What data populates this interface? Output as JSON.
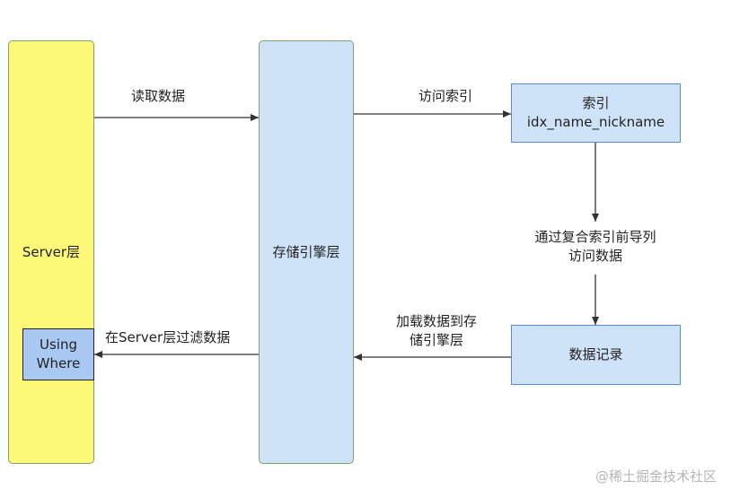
{
  "boxes": {
    "server": "Server层",
    "using_where": [
      "Using",
      "Where"
    ],
    "engine": "存储引擎层",
    "index": [
      "索引",
      "idx_name_nickname"
    ],
    "records": "数据记录"
  },
  "edges": {
    "read_data": "读取数据",
    "access_index": "访问索引",
    "prefix_access": [
      "通过复合索引前导列",
      "访问数据"
    ],
    "load_to_engine": [
      "加载数据到存",
      "储引擎层"
    ],
    "filter_at_server": "在Server层过滤数据"
  },
  "watermark": "@稀土掘金技术社区",
  "colors": {
    "server_fill": "#fdf87a",
    "engine_fill": "#cfe3f8",
    "using_where_fill": "#a9c9f2",
    "border_green": "#7fa36a",
    "border_blue": "#5b8bd0",
    "arrow": "#333333"
  }
}
